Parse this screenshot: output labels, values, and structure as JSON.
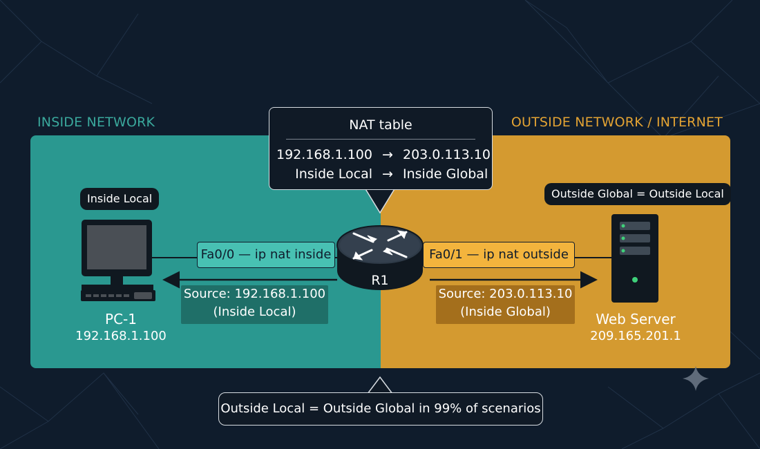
{
  "zones": {
    "inside_title": "INSIDE NETWORK",
    "outside_title": "OUTSIDE NETWORK / INTERNET"
  },
  "nat_table": {
    "title": "NAT table",
    "row1": {
      "left": "192.168.1.100",
      "arrow": "→",
      "right": "203.0.113.10"
    },
    "row2": {
      "left": "Inside Local",
      "arrow": "→",
      "right": "Inside Global"
    }
  },
  "badges": {
    "inside_local": "Inside Local",
    "outside_global": "Outside Global = Outside Local"
  },
  "interfaces": {
    "fa00": "Fa0/0 — ip nat inside",
    "fa01": "Fa0/1 — ip nat outside"
  },
  "packets": {
    "inside": {
      "line1": "Source: 192.168.1.100",
      "line2": "(Inside Local)"
    },
    "outside": {
      "line1": "Source: 203.0.113.10",
      "line2": "(Inside Global)"
    }
  },
  "devices": {
    "pc": {
      "name": "PC-1",
      "ip": "192.168.1.100"
    },
    "router": {
      "name": "R1"
    },
    "server": {
      "name": "Web Server",
      "ip": "209.165.201.1"
    }
  },
  "footer_note": "Outside Local = Outside Global in 99% of scenarios",
  "colors": {
    "background": "#0f1c2c",
    "inside": "#2a9890",
    "outside": "#d49a30",
    "inside_title": "#3aa89c",
    "outside_title": "#e3a333"
  },
  "icons": [
    "pc-icon",
    "router-icon",
    "server-icon",
    "sparkle-icon"
  ]
}
